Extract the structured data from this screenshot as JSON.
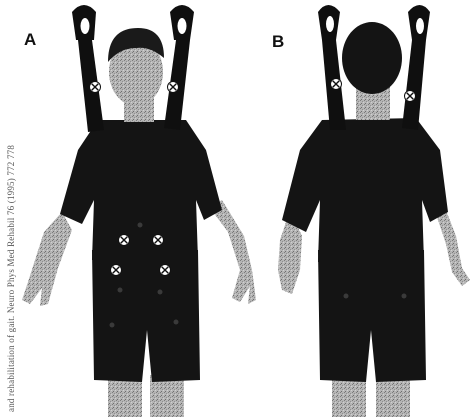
{
  "figure": {
    "panel_a": {
      "label": "A"
    },
    "panel_b": {
      "label": "B"
    },
    "side_caption": "and rehabilitation of gait. Neuro Phys Med Rehabil 76 (1995) 772 778"
  },
  "colors": {
    "suit": "#141414",
    "harness": "#0f0f0f",
    "skin_light": "#b8b8b8",
    "skin_dark": "#7a7a7a",
    "hair": "#1a1a1a",
    "marker": "#ffffff"
  },
  "icons": {
    "sensor_marker": "circle-with-x",
    "strap_loop": "teardrop-loop"
  }
}
